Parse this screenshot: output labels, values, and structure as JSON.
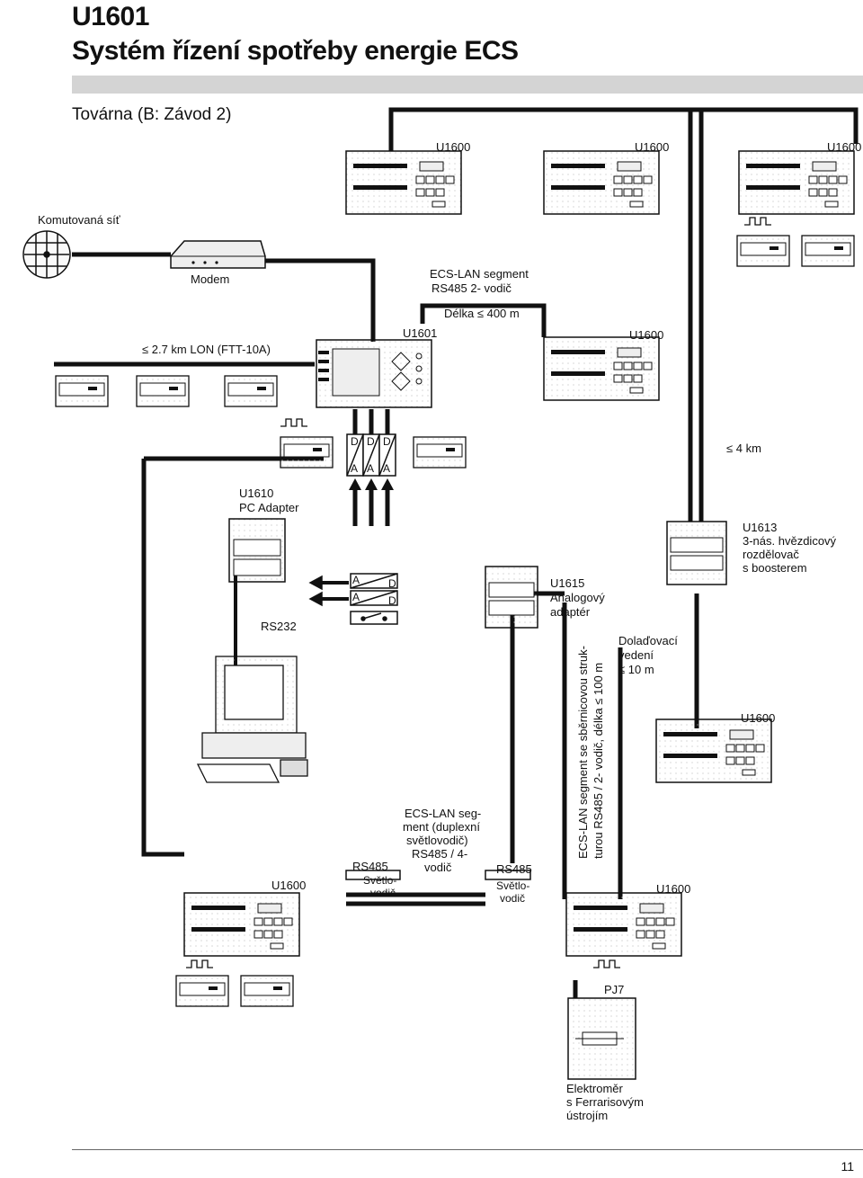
{
  "header": {
    "code": "U1601",
    "title": "Systém řízení spotřeby energie ECS",
    "subtitle": "Továrna (B: Závod 2)"
  },
  "labels": {
    "twisted_network": "Komutovaná síť",
    "modem": "Modem",
    "ecs_lan_top_1": "ECS-LAN segment",
    "ecs_lan_top_2": "RS485 2- vodič",
    "length_top": "Délka ≤ 400 m",
    "lon": "≤ 2.7 km LON (FTT-10A)",
    "u1601": "U1601",
    "u1600_top_1": "U1600",
    "u1600_top_2": "U1600",
    "u1600_top_3": "U1600",
    "u1600_mid": "U1600",
    "dist_4km": "≤ 4 km",
    "u1610_1": "U1610",
    "u1610_2": "PC Adapter",
    "u1613_1": "U1613",
    "u1613_2": "3-nás. hvězdicový",
    "u1613_3": "rozdělovač",
    "u1613_4": "s boosterem",
    "u1615_1": "U1615",
    "u1615_2": "Analogový",
    "u1615_3": "adaptér",
    "rs232": "RS232",
    "dolad_1": "Dolaďovací",
    "dolad_2": "vedení",
    "dolad_3": "≤ 10 m",
    "u1600_right": "U1600",
    "vert_1": "ECS-LAN segment se sběrnicovou struk-",
    "vert_2": "turou RS485 / 2- vodič, délka ≤ 100 m",
    "duplex_1": "ECS-LAN seg-",
    "duplex_2": "ment (duplexní",
    "duplex_3": "světlovodič)",
    "duplex_4": "RS485 / 4-",
    "duplex_5": "vodič",
    "rs485_left": "RS485",
    "rs485_right": "RS485",
    "fiber_left_1": "Světlo-",
    "fiber_left_2": "vodič",
    "fiber_right_1": "Světlo-",
    "fiber_right_2": "vodič",
    "u1600_bottom_left": "U1600",
    "u1600_bottom_mid": "U1600",
    "pj7": "PJ7",
    "meter_1": "Elektroměr",
    "meter_2": "s Ferrarisovým",
    "meter_3": "ústrojím",
    "d1": "D",
    "d2": "D",
    "d3": "D",
    "a1": "A",
    "a2": "A",
    "a3": "A",
    "conv_a1": "A",
    "conv_d1": "D",
    "conv_a2": "A",
    "conv_d2": "D"
  },
  "page_number": "11",
  "colors": {
    "line": "#111111",
    "device_fill": "#f2f2f2",
    "band": "#d4d4d4"
  }
}
